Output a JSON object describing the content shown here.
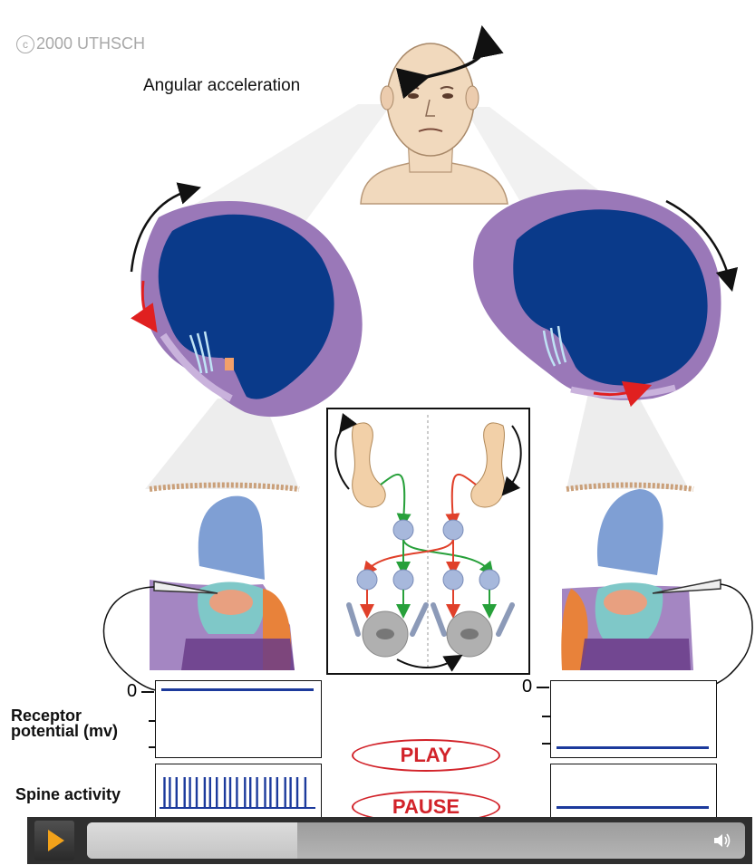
{
  "copyright": {
    "symbol": "c",
    "text": "2000 UTHSCH"
  },
  "head": {
    "label": "Angular acceleration"
  },
  "traces": {
    "receptor_label_line1": "Receptor",
    "receptor_label_line2": "potential (mv)",
    "spine_label": "Spine activity",
    "zero_left": "0",
    "zero_right": "0"
  },
  "controls": {
    "play_label": "PLAY",
    "pause_label": "PAUSE"
  },
  "player": {
    "progress_fraction": 0.32,
    "play_icon": "play-icon",
    "volume_icon": "volume-icon"
  },
  "colors": {
    "endolymph": "#0a3a8a",
    "canal_wall": "#9a78b8",
    "trace": "#1c3a9c",
    "accent": "#d2232a"
  }
}
